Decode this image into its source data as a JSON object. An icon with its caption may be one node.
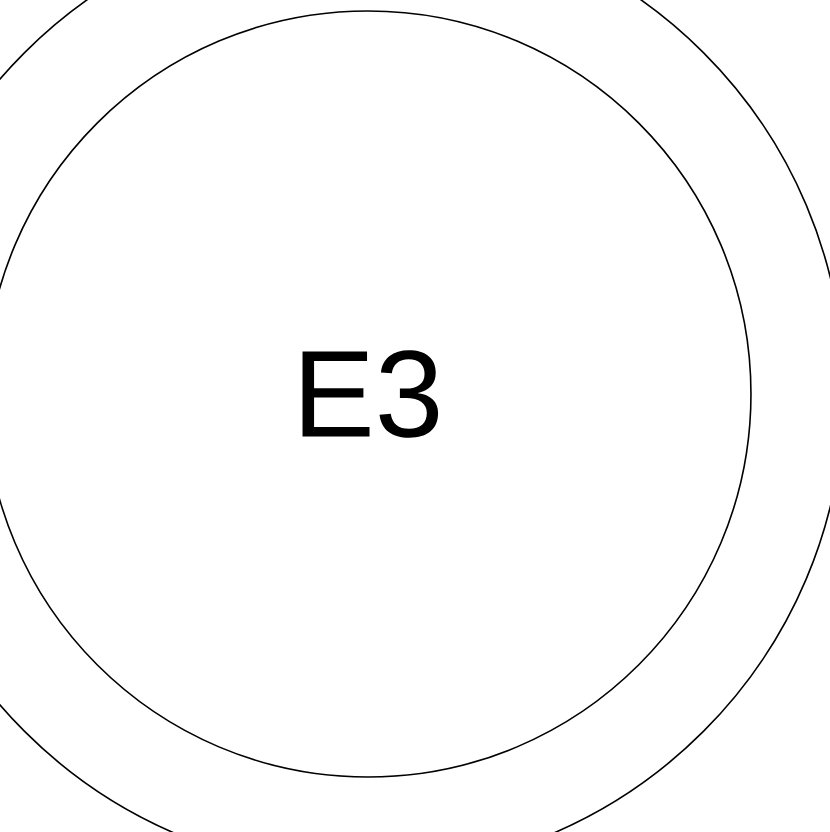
{
  "diagram": {
    "nodes": [
      {
        "text": [],
        "shape": "circle"
      },
      {
        "text": [
          "E3"
        ],
        "in": 0
      }
    ]
  }
}
